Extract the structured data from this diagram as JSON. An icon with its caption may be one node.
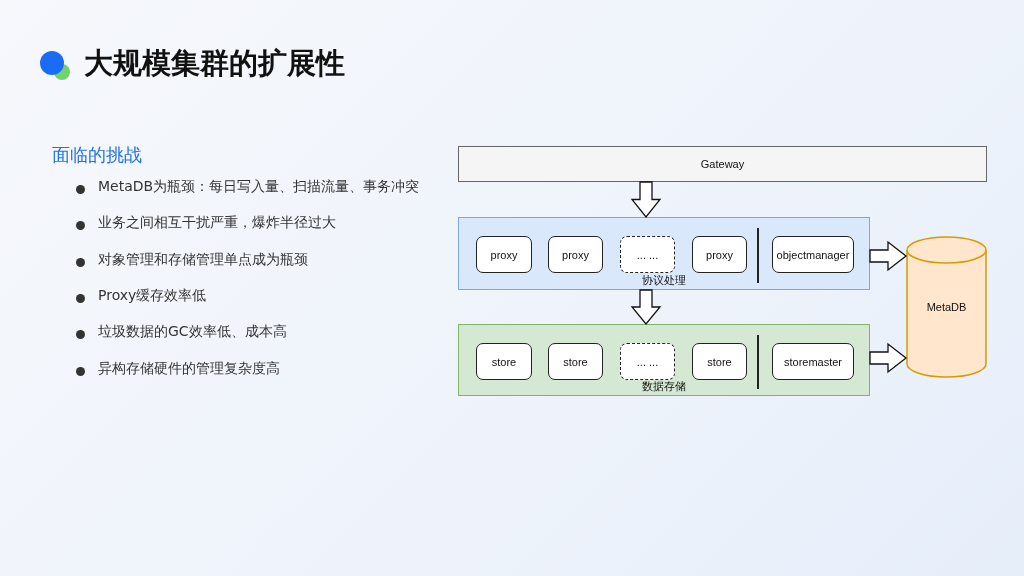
{
  "diagram": {
    "title": "大规模集群的扩展性",
    "nodes": [
      {
        "text": [
          "Gateway"
        ]
      },
      {
        "text": [
          "协议处理"
        ]
      },
      {
        "text": [
          "proxy"
        ],
        "in": 1
      },
      {
        "text": [
          "proxy"
        ],
        "in": 1
      },
      {
        "text": [
          "... ..."
        ],
        "in": 1
      },
      {
        "text": [
          "proxy"
        ],
        "in": 1
      },
      {
        "text": [
          "objectmanager"
        ],
        "in": 1
      },
      {
        "text": [
          "数据存储"
        ]
      },
      {
        "text": [
          "store"
        ],
        "in": 7
      },
      {
        "text": [
          "store"
        ],
        "in": 7
      },
      {
        "text": [
          "... ..."
        ],
        "in": 7
      },
      {
        "text": [
          "store"
        ],
        "in": 7
      },
      {
        "text": [
          "storemaster"
        ],
        "in": 7
      },
      {
        "text": [
          "MetaDB"
        ]
      }
    ],
    "edges": [
      {
        "from": 0,
        "to": 1,
        "arrow": "to"
      },
      {
        "from": 1,
        "to": 7,
        "arrow": "to"
      },
      {
        "from": 1,
        "to": 13,
        "arrow": "to"
      },
      {
        "from": 7,
        "to": 13,
        "arrow": "to"
      }
    ],
    "labels": [
      "面临的挑战",
      "MetaDB为瓶颈：每日写入量、扫描流量、事务冲突",
      "业务之间相互干扰严重，爆炸半径过大",
      "对象管理和存储管理单点成为瓶颈",
      "Proxy缓存效率低",
      "垃圾数据的GC效率低、成本高",
      "异构存储硬件的管理复杂度高"
    ]
  }
}
